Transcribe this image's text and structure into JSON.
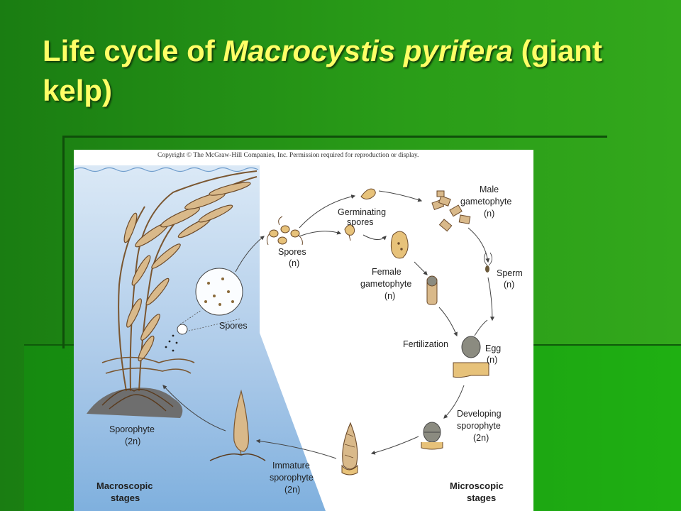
{
  "slide": {
    "title_prefix": "Life cycle of ",
    "title_species": "Macrocystis pyrifera",
    "title_suffix": " (giant kelp)"
  },
  "figure": {
    "copyright": "Copyright © The McGraw-Hill Companies, Inc. Permission required for reproduction or display.",
    "labels": {
      "germinating_1": "Germinating",
      "germinating_2": "spores",
      "male_1": "Male",
      "male_2": "gametophyte",
      "male_3": "(n)",
      "spores_1": "Spores",
      "spores_2": "(n)",
      "female_1": "Female",
      "female_2": "gametophyte",
      "female_3": "(n)",
      "sperm_1": "Sperm",
      "sperm_2": "(n)",
      "spores_left": "Spores",
      "fertilization": "Fertilization",
      "egg_1": "Egg",
      "egg_2": "(n)",
      "developing_1": "Developing",
      "developing_2": "sporophyte",
      "developing_3": "(2n)",
      "sporophyte_1": "Sporophyte",
      "sporophyte_2": "(2n)",
      "immature_1": "Immature",
      "immature_2": "sporophyte",
      "immature_3": "(2n)",
      "macro_1": "Macroscopic",
      "macro_2": "stages",
      "micro_1": "Microscopic",
      "micro_2": "stages"
    }
  }
}
